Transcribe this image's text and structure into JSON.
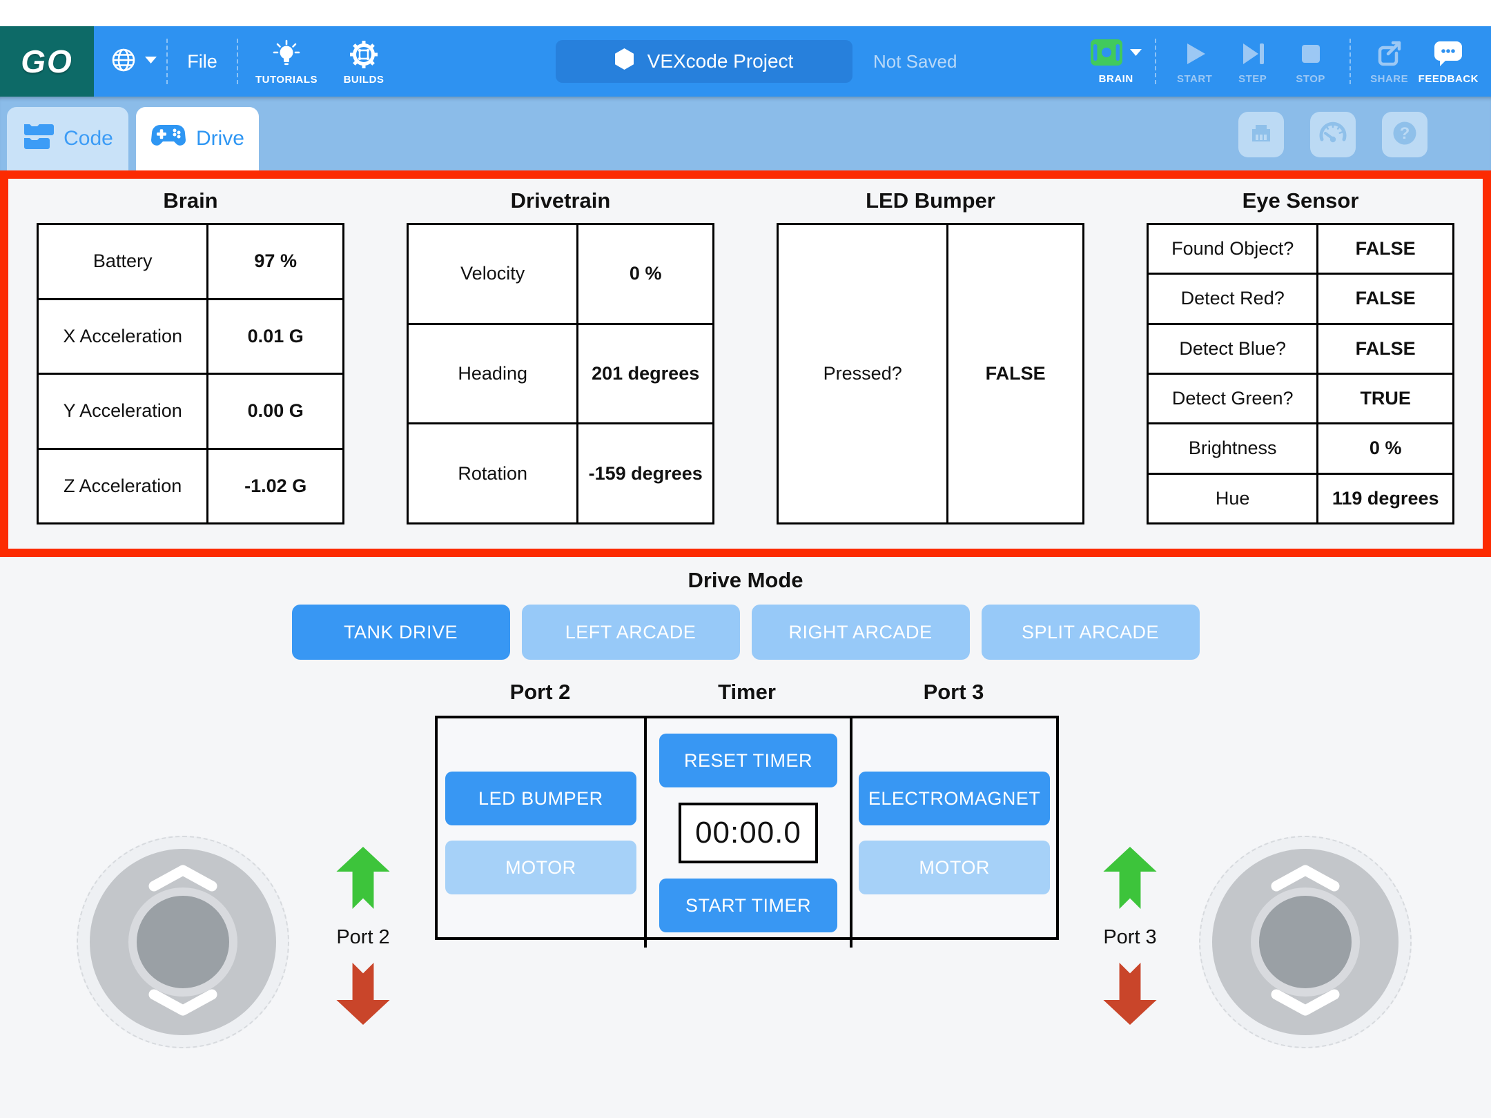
{
  "header": {
    "logo": "GO",
    "file_label": "File",
    "tutorials_label": "TUTORIALS",
    "builds_label": "BUILDS",
    "project_name": "VEXcode Project",
    "save_status": "Not Saved",
    "brain_label": "BRAIN",
    "start_label": "START",
    "step_label": "STEP",
    "stop_label": "STOP",
    "share_label": "SHARE",
    "feedback_label": "FEEDBACK"
  },
  "tabs": {
    "code_label": "Code",
    "drive_label": "Drive"
  },
  "sensors": {
    "brain": {
      "title": "Brain",
      "rows": [
        {
          "label": "Battery",
          "value": "97 %"
        },
        {
          "label": "X Acceleration",
          "value": "0.01 G"
        },
        {
          "label": "Y Acceleration",
          "value": "0.00 G"
        },
        {
          "label": "Z Acceleration",
          "value": "-1.02 G"
        }
      ]
    },
    "drivetrain": {
      "title": "Drivetrain",
      "rows": [
        {
          "label": "Velocity",
          "value": "0 %"
        },
        {
          "label": "Heading",
          "value": "201 degrees"
        },
        {
          "label": "Rotation",
          "value": "-159 degrees"
        }
      ]
    },
    "led_bumper": {
      "title": "LED Bumper",
      "rows": [
        {
          "label": "Pressed?",
          "value": "FALSE"
        }
      ]
    },
    "eye_sensor": {
      "title": "Eye Sensor",
      "rows": [
        {
          "label": "Found Object?",
          "value": "FALSE"
        },
        {
          "label": "Detect Red?",
          "value": "FALSE"
        },
        {
          "label": "Detect Blue?",
          "value": "FALSE"
        },
        {
          "label": "Detect Green?",
          "value": "TRUE"
        },
        {
          "label": "Brightness",
          "value": "0 %"
        },
        {
          "label": "Hue",
          "value": "119 degrees"
        }
      ]
    }
  },
  "drive_mode": {
    "title": "Drive Mode",
    "active_mode": "TANK DRIVE",
    "modes": [
      {
        "label": "TANK DRIVE"
      },
      {
        "label": "LEFT ARCADE"
      },
      {
        "label": "RIGHT ARCADE"
      },
      {
        "label": "SPLIT ARCADE"
      }
    ]
  },
  "ports": {
    "port2": {
      "title": "Port 2",
      "device_button": "LED BUMPER",
      "motor_button": "MOTOR"
    },
    "timer": {
      "title": "Timer",
      "reset_button": "RESET TIMER",
      "display": "00:00.0",
      "start_button": "START TIMER"
    },
    "port3": {
      "title": "Port 3",
      "device_button": "ELECTROMAGNET",
      "motor_button": "MOTOR"
    }
  },
  "joysticks": {
    "left_port_label": "Port 2",
    "right_port_label": "Port 3"
  },
  "colors": {
    "topbar_blue": "#2e92f1",
    "brand_teal": "#0d6a67",
    "active_button_blue": "#3897f3",
    "inactive_button_blue": "#97c9f8",
    "highlight_red": "#fc2b02",
    "brain_green": "#41ca5c",
    "arrow_green": "#3dc43b",
    "arrow_red": "#c9452a"
  }
}
